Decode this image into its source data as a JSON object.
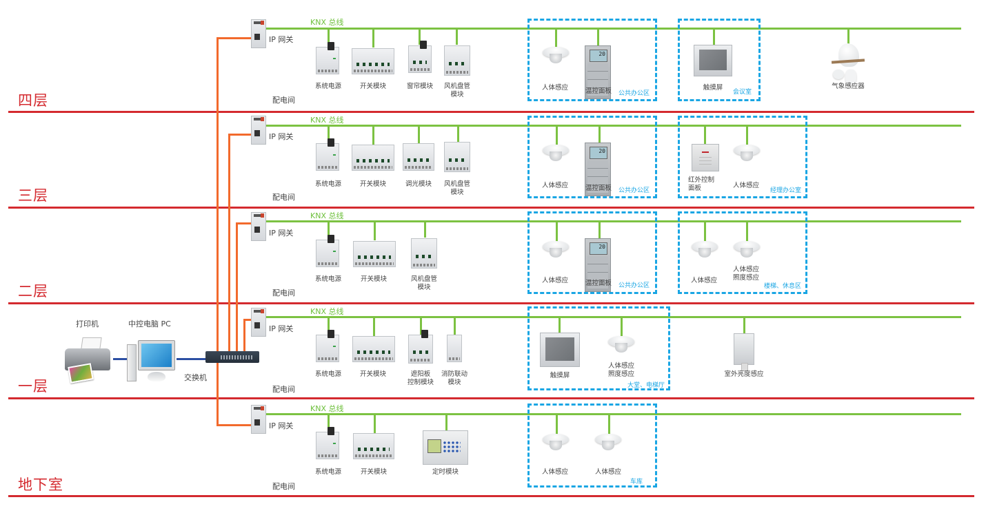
{
  "colors": {
    "floor_line": "#d42a2f",
    "knx_bus": "#7cc242",
    "ethernet": "#f26a2c",
    "room_box": "#1aa6e4",
    "pc_link": "#2b4fa3"
  },
  "network": {
    "printer": {
      "label": "打印机",
      "icon": "printer-icon"
    },
    "pc": {
      "label": "中控电脑 PC",
      "icon": "desktop-computer-icon"
    },
    "switch": {
      "label": "交换机",
      "icon": "network-switch-icon"
    }
  },
  "floors": [
    {
      "name": "四层",
      "bus_label": "KNX 总线",
      "gateway_label": "IP 网关",
      "room_label": "配电间",
      "cabinet_devices": [
        {
          "label": "系统电源",
          "icon": "power-supply-module-icon"
        },
        {
          "label": "开关模块",
          "icon": "switch-actuator-icon"
        },
        {
          "label": "窗帘模块",
          "icon": "curtain-module-icon"
        },
        {
          "label": "风机盘管模块",
          "label_lines": [
            "风机盘管",
            "模块"
          ],
          "icon": "fan-coil-module-icon"
        }
      ],
      "zones": [
        {
          "name": "公共办公区",
          "devices": [
            {
              "label": "人体感应",
              "icon": "motion-sensor-icon"
            },
            {
              "label": "温控面板",
              "icon": "thermostat-panel-icon",
              "display": "20"
            }
          ]
        },
        {
          "name": "会议室",
          "devices": [
            {
              "label": "触摸屏",
              "icon": "touch-screen-icon"
            }
          ]
        }
      ],
      "standalone": [
        {
          "label": "气象感应器",
          "icon": "weather-station-icon"
        }
      ]
    },
    {
      "name": "三层",
      "bus_label": "KNX 总线",
      "gateway_label": "IP 网关",
      "room_label": "配电间",
      "cabinet_devices": [
        {
          "label": "系统电源",
          "icon": "power-supply-module-icon"
        },
        {
          "label": "开关模块",
          "icon": "switch-actuator-icon"
        },
        {
          "label": "调光模块",
          "icon": "dimmer-module-icon"
        },
        {
          "label": "风机盘管模块",
          "label_lines": [
            "风机盘管",
            "模块"
          ],
          "icon": "fan-coil-module-icon"
        }
      ],
      "zones": [
        {
          "name": "公共办公区",
          "devices": [
            {
              "label": "人体感应",
              "icon": "motion-sensor-icon"
            },
            {
              "label": "温控面板",
              "icon": "thermostat-panel-icon",
              "display": "20"
            }
          ]
        },
        {
          "name": "经理办公室",
          "devices": [
            {
              "label": "红外控制面板",
              "label_lines": [
                "红外控制",
                "面板"
              ],
              "icon": "ir-control-panel-icon"
            },
            {
              "label": "人体感应",
              "icon": "motion-sensor-icon"
            }
          ]
        }
      ],
      "standalone": []
    },
    {
      "name": "二层",
      "bus_label": "KNX 总线",
      "gateway_label": "IP 网关",
      "room_label": "配电间",
      "cabinet_devices": [
        {
          "label": "系统电源",
          "icon": "power-supply-module-icon"
        },
        {
          "label": "开关模块",
          "icon": "switch-actuator-icon"
        },
        {
          "label": "风机盘管模块",
          "label_lines": [
            "风机盘管",
            "模块"
          ],
          "icon": "fan-coil-module-icon"
        }
      ],
      "zones": [
        {
          "name": "公共办公区",
          "devices": [
            {
              "label": "人体感应",
              "icon": "motion-sensor-icon"
            },
            {
              "label": "温控面板",
              "icon": "thermostat-panel-icon",
              "display": "20"
            }
          ]
        },
        {
          "name": "楼梯、休息区",
          "devices": [
            {
              "label": "人体感应",
              "icon": "motion-sensor-icon"
            },
            {
              "label": "人体感应照度感应",
              "label_lines": [
                "人体感应",
                "照度感应"
              ],
              "icon": "motion-light-sensor-icon"
            }
          ]
        }
      ],
      "standalone": []
    },
    {
      "name": "一层",
      "bus_label": "KNX 总线",
      "gateway_label": "IP 网关",
      "room_label": "配电间",
      "cabinet_devices": [
        {
          "label": "系统电源",
          "icon": "power-supply-module-icon"
        },
        {
          "label": "开关模块",
          "icon": "switch-actuator-icon"
        },
        {
          "label": "遮阳板控制模块",
          "label_lines": [
            "遮阳板",
            "控制模块"
          ],
          "icon": "sunshade-module-icon"
        },
        {
          "label": "消防联动模块",
          "label_lines": [
            "消防联动",
            "模块"
          ],
          "icon": "fire-linkage-module-icon"
        }
      ],
      "zones": [
        {
          "name": "大堂、电梯厅",
          "devices": [
            {
              "label": "触摸屏",
              "icon": "touch-screen-icon"
            },
            {
              "label": "人体感应照度感应",
              "label_lines": [
                "人体感应",
                "照度感应"
              ],
              "icon": "motion-light-sensor-icon"
            }
          ]
        }
      ],
      "standalone": [
        {
          "label": "室外亮度感应",
          "icon": "outdoor-light-sensor-icon"
        }
      ]
    },
    {
      "name": "地下室",
      "bus_label": "KNX 总线",
      "gateway_label": "IP 网关",
      "room_label": "配电间",
      "cabinet_devices": [
        {
          "label": "系统电源",
          "icon": "power-supply-module-icon"
        },
        {
          "label": "开关模块",
          "icon": "switch-actuator-icon"
        },
        {
          "label": "定时模块",
          "icon": "timer-module-icon"
        }
      ],
      "zones": [
        {
          "name": "车库",
          "devices": [
            {
              "label": "人体感应",
              "icon": "motion-sensor-icon"
            },
            {
              "label": "人体感应",
              "icon": "motion-sensor-icon"
            }
          ]
        }
      ],
      "standalone": []
    }
  ]
}
